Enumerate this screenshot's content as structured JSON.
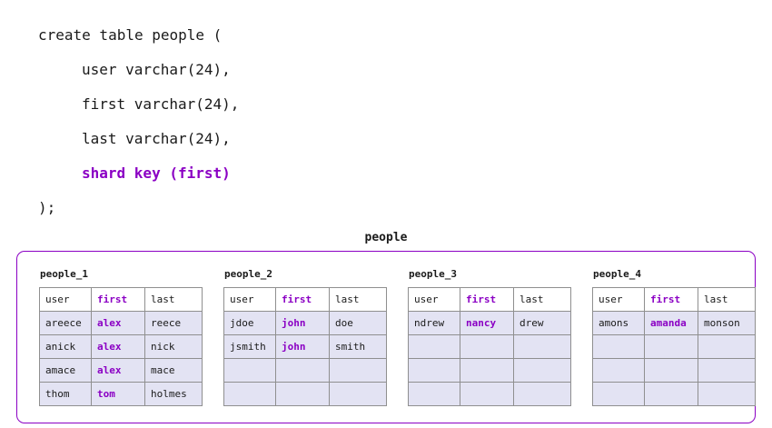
{
  "code": {
    "lines": [
      {
        "text": "create table people (",
        "indent": false,
        "highlight": false
      },
      {
        "text": "user varchar(24),",
        "indent": true,
        "highlight": false
      },
      {
        "text": "first varchar(24),",
        "indent": true,
        "highlight": false
      },
      {
        "text": "last varchar(24),",
        "indent": true,
        "highlight": false
      },
      {
        "text": "shard key (first)",
        "indent": true,
        "highlight": true
      },
      {
        "text": ");",
        "indent": false,
        "highlight": false
      }
    ]
  },
  "diagram": {
    "title": "people",
    "accent_color": "#8b00c4",
    "row_fill_color": "#e3e3f3",
    "shards": [
      {
        "name": "people_1",
        "headers": [
          "user",
          "first",
          "last"
        ],
        "rows": [
          [
            "areece",
            "alex",
            "reece"
          ],
          [
            "anick",
            "alex",
            "nick"
          ],
          [
            "amace",
            "alex",
            "mace"
          ],
          [
            "thom",
            "tom",
            "holmes"
          ]
        ]
      },
      {
        "name": "people_2",
        "headers": [
          "user",
          "first",
          "last"
        ],
        "rows": [
          [
            "jdoe",
            "john",
            "doe"
          ],
          [
            "jsmith",
            "john",
            "smith"
          ],
          [
            "",
            "",
            ""
          ],
          [
            "",
            "",
            ""
          ]
        ]
      },
      {
        "name": "people_3",
        "headers": [
          "user",
          "first",
          "last"
        ],
        "rows": [
          [
            "ndrew",
            "nancy",
            "drew"
          ],
          [
            "",
            "",
            ""
          ],
          [
            "",
            "",
            ""
          ],
          [
            "",
            "",
            ""
          ]
        ]
      },
      {
        "name": "people_4",
        "headers": [
          "user",
          "first",
          "last"
        ],
        "rows": [
          [
            "amons",
            "amanda",
            "monson"
          ],
          [
            "",
            "",
            ""
          ],
          [
            "",
            "",
            ""
          ],
          [
            "",
            "",
            ""
          ]
        ]
      }
    ]
  }
}
